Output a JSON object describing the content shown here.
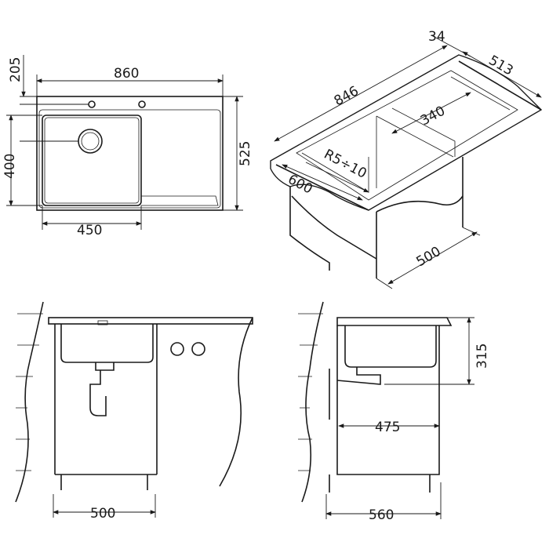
{
  "top_view": {
    "width_total": "860",
    "hole_offset": "205",
    "basin_depth": "400",
    "depth_total": "525",
    "basin_width": "450"
  },
  "iso_view": {
    "length": "846",
    "edge": "34",
    "depth": "513",
    "basin_width": "340",
    "radius": "R5÷10",
    "basin_length": "600",
    "cabinet": "500"
  },
  "front_view": {
    "cabinet_width": "500"
  },
  "side_view": {
    "height": "315",
    "drain_offset": "475",
    "cabinet_depth": "560"
  }
}
